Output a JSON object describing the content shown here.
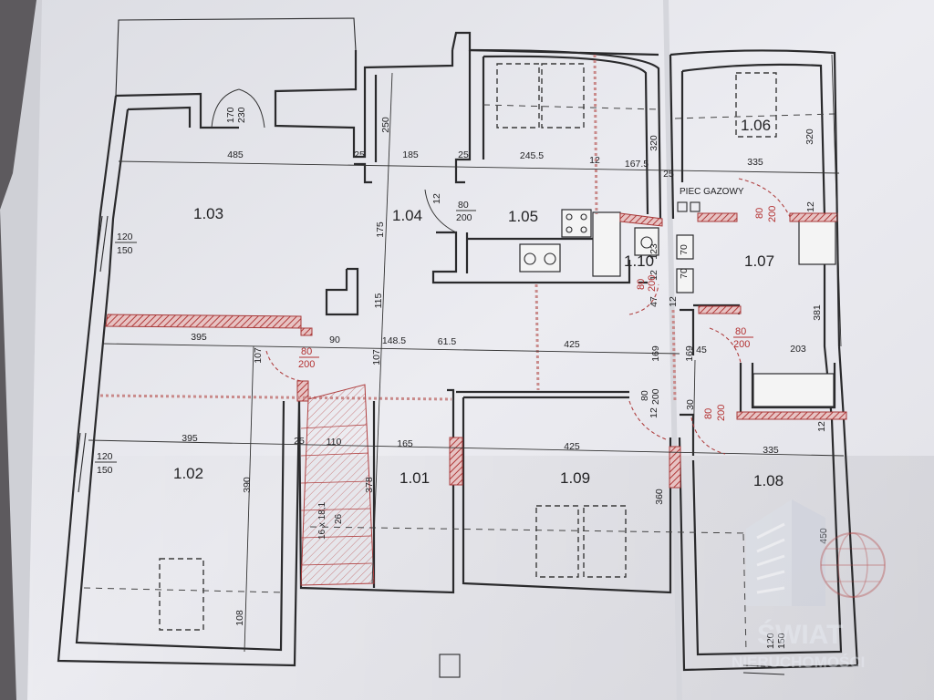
{
  "plan": {
    "rooms": [
      {
        "id": "r103",
        "label": "1.03"
      },
      {
        "id": "r104",
        "label": "1.04"
      },
      {
        "id": "r105",
        "label": "1.05"
      },
      {
        "id": "r106",
        "label": "1.06"
      },
      {
        "id": "r107",
        "label": "1.07"
      },
      {
        "id": "r110",
        "label": "1.10"
      },
      {
        "id": "r102",
        "label": "1.02"
      },
      {
        "id": "r101",
        "label": "1.01"
      },
      {
        "id": "r109",
        "label": "1.09"
      },
      {
        "id": "r108",
        "label": "1.08"
      }
    ],
    "stove_label": "PIEC GAZOWY",
    "stairs_label": "16 x 18,1",
    "stairs_count": "26",
    "dimensions": {
      "d485": "485",
      "d25a": "25",
      "d185": "185",
      "d25b": "25",
      "d2455": "245.5",
      "d12a": "12",
      "d1675": "167.5",
      "d25c": "25",
      "d335a": "335",
      "d395a": "395",
      "d90": "90",
      "d1485": "148.5",
      "d615": "61.5",
      "d425a": "425",
      "d45": "45",
      "d203": "203",
      "d395b": "395",
      "d25d": "25",
      "d110": "110",
      "d165": "165",
      "d425b": "425",
      "d335b": "335",
      "d250": "250",
      "d175": "175",
      "d115": "115",
      "d107a": "107",
      "d107b": "107",
      "d320a": "320",
      "d320b": "320",
      "d381": "381",
      "d390": "390",
      "d378": "378",
      "d360": "360",
      "d450": "450",
      "d108": "108",
      "d169": "169",
      "d30": "30",
      "d12b": "12",
      "d12c": "12",
      "d12d": "12",
      "d12e": "12",
      "d47": "47",
      "d70a": "70",
      "d70b": "70",
      "d123": "123",
      "d12f": "12"
    },
    "windows": {
      "w1_top": "120",
      "w1_bot": "150",
      "w2_top": "120",
      "w2_bot": "150",
      "w3_top": "120",
      "w3_bot": "150",
      "entry_top": "170",
      "entry_bot": "230"
    },
    "doors": {
      "d104_top": "80",
      "d104_bot": "200",
      "d103_top": "80",
      "d103_bot": "200",
      "d110_top": "80",
      "d110_bot": "200",
      "d107_top": "80",
      "d107_bot": "200",
      "dcor_top": "80",
      "dcor_bot": "200",
      "d109_top": "80",
      "d109_bot": "200",
      "dbath_top": "80",
      "dbath_bot": "200",
      "d104_arc": "12"
    }
  },
  "watermark": {
    "line1": "ŚWIAT",
    "line2": "NIERUCHOMOŚCI"
  },
  "colors": {
    "background": "#5d5a5e",
    "paper": "#e9e9ee",
    "wall_line": "#2a2a2c",
    "hatch_red": "#b03a3a"
  }
}
